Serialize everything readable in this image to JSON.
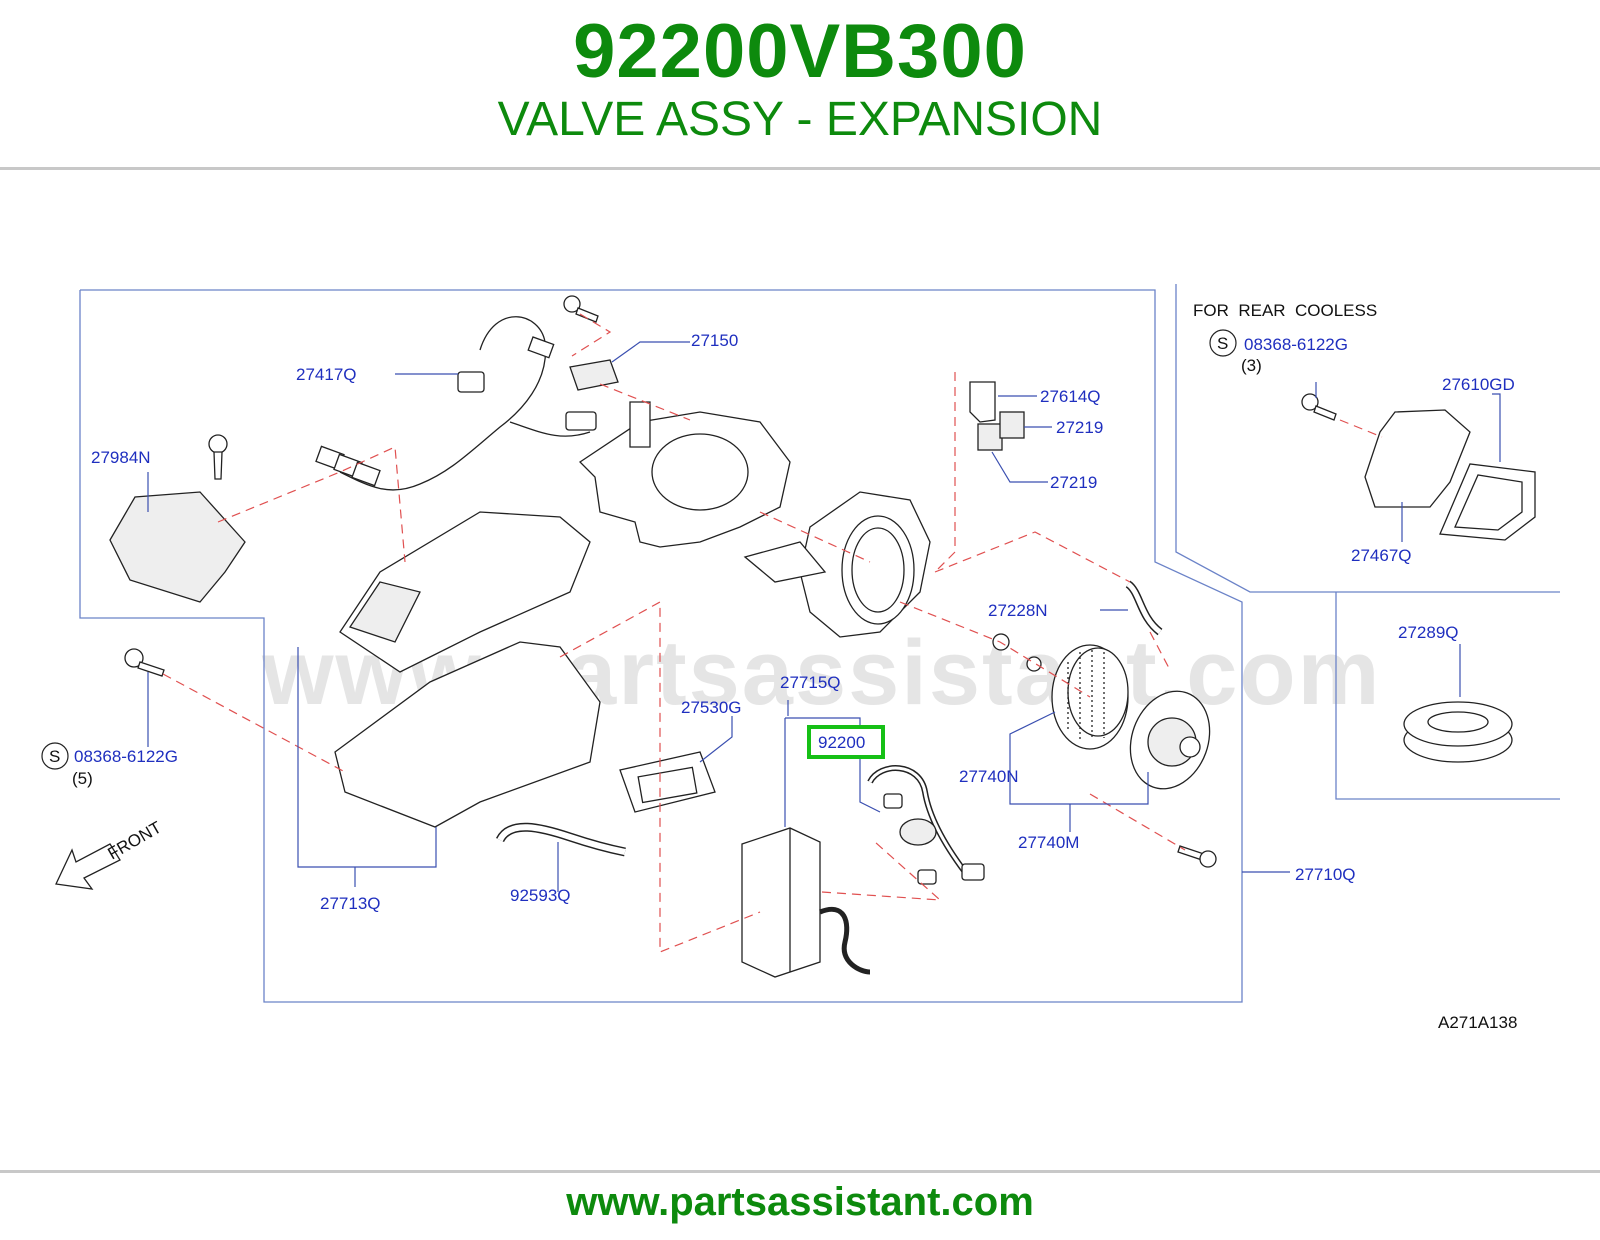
{
  "header": {
    "part_number": "92200VB300",
    "part_description": "VALVE ASSY - EXPANSION"
  },
  "footer": {
    "url": "www.partsassistant.com"
  },
  "diagram": {
    "watermark": "www.partsassistant.com",
    "diagram_code": "A271A138",
    "front_label": "FRONT",
    "rear_cooless_title": "FOR  REAR  COOLESS",
    "symbol_s": "S",
    "highlighted_part": "92200",
    "callouts": {
      "p27150": "27150",
      "p27417Q": "27417Q",
      "p27984N": "27984N",
      "p27614Q": "27614Q",
      "p27219a": "27219",
      "p27219b": "27219",
      "p27228N": "27228N",
      "p27715Q": "27715Q",
      "p27530G": "27530G",
      "p92200": "92200",
      "p27740N": "27740N",
      "p27740M": "27740M",
      "p27710Q": "27710Q",
      "p27713Q": "27713Q",
      "p92593Q": "92593Q",
      "p08368_left": "08368-6122G",
      "p08368_left_qty": "(5)",
      "p08368_right": "08368-6122G",
      "p08368_right_qty": "(3)",
      "p27610GD": "27610GD",
      "p27467Q": "27467Q",
      "p27289Q": "27289Q"
    }
  },
  "colors": {
    "header_green": "#0d8a0d",
    "callout_blue": "#1f2fbf",
    "highlight_green": "#16c016",
    "dashed_red": "#e05050"
  }
}
